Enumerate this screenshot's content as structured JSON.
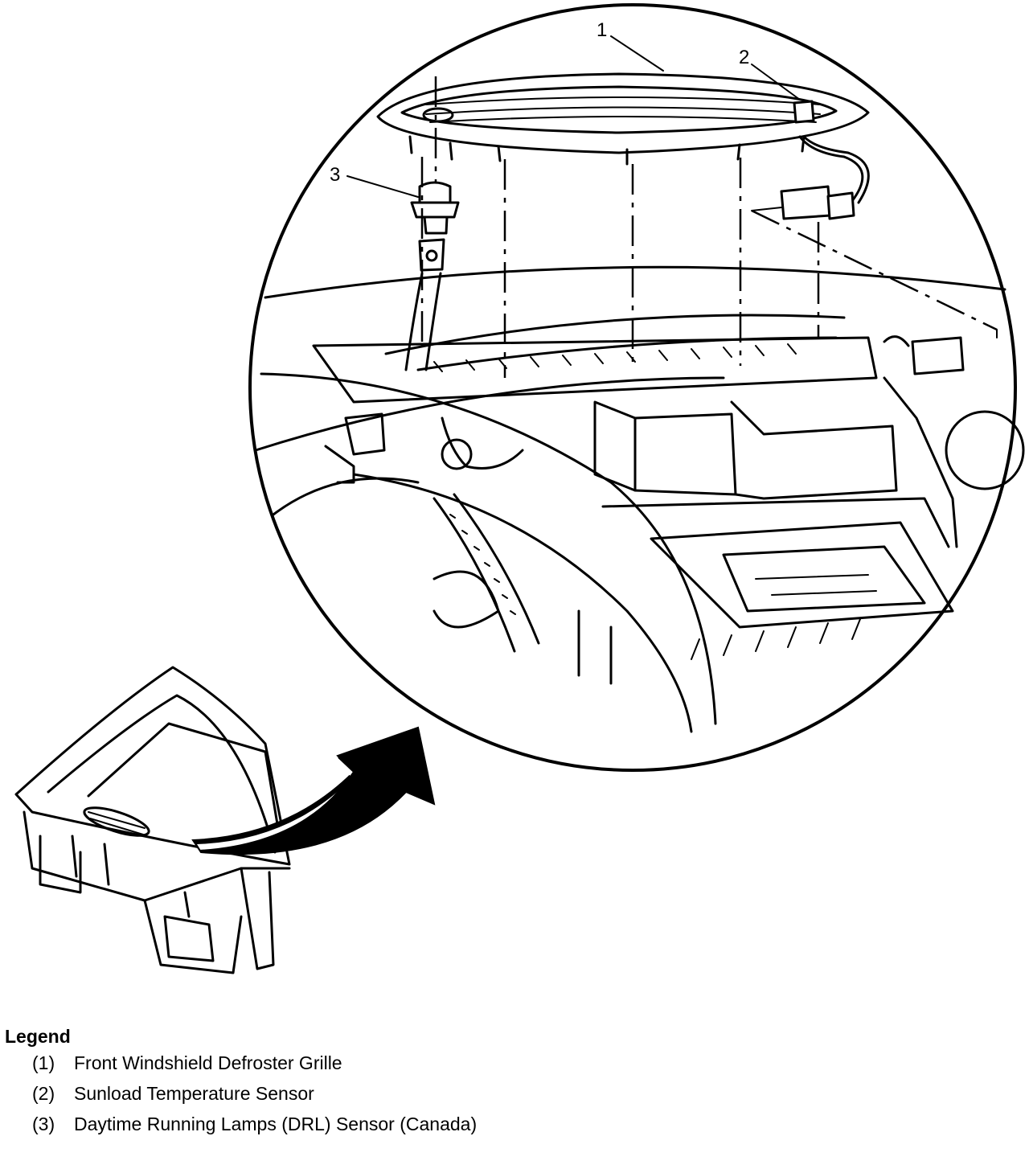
{
  "callouts": [
    "1",
    "2",
    "3"
  ],
  "legend": {
    "title": "Legend",
    "items": [
      {
        "num": "(1)",
        "text": "Front Windshield Defroster Grille"
      },
      {
        "num": "(2)",
        "text": "Sunload Temperature Sensor"
      },
      {
        "num": "(3)",
        "text": "Daytime Running Lamps (DRL) Sensor (Canada)"
      }
    ]
  }
}
